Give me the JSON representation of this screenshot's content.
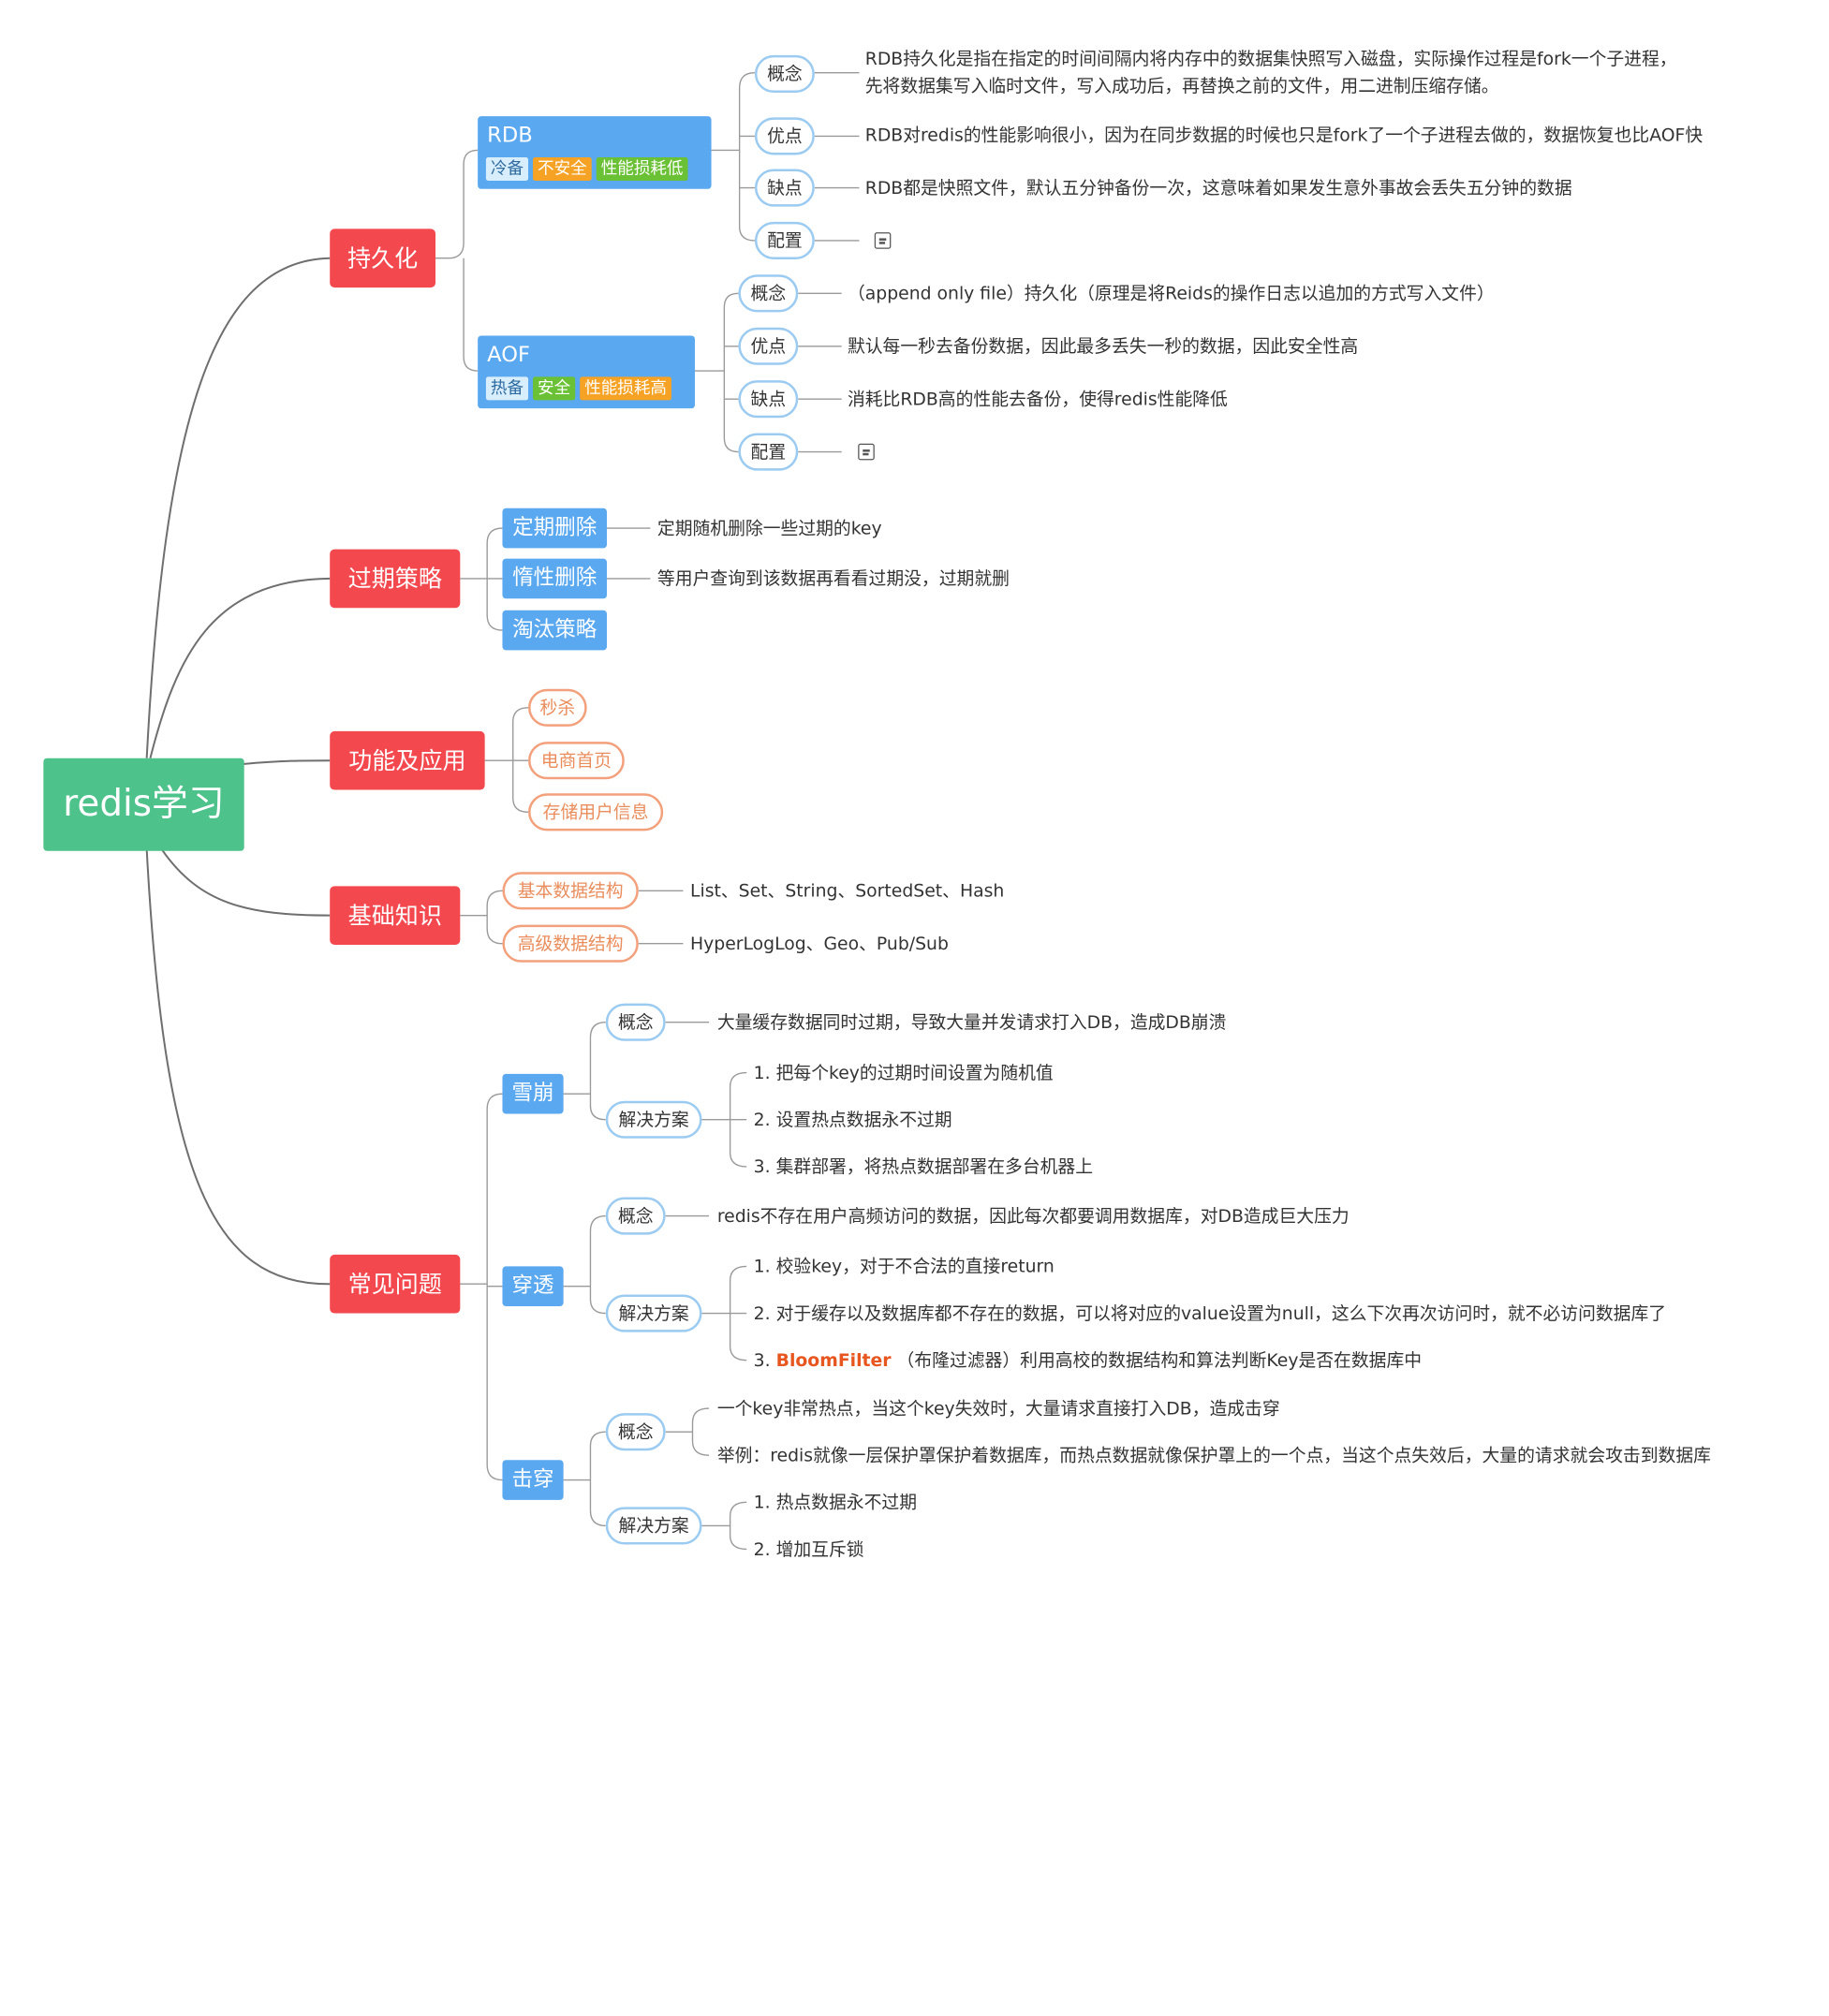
{
  "root": "redis学习",
  "branches": {
    "persist": {
      "label": "持久化",
      "rdb": {
        "title": "RDB",
        "tags": [
          "冷备",
          "不安全",
          "性能损耗低"
        ],
        "concept_label": "概念",
        "concept_line1": "RDB持久化是指在指定的时间间隔内将内存中的数据集快照写入磁盘，实际操作过程是fork一个子进程，",
        "concept_line2": "先将数据集写入临时文件，写入成功后，再替换之前的文件，用二进制压缩存储。",
        "pro_label": "优点",
        "pro": "RDB对redis的性能影响很小，因为在同步数据的时候也只是fork了一个子进程去做的，数据恢复也比AOF快",
        "con_label": "缺点",
        "con": "RDB都是快照文件，默认五分钟备份一次，这意味着如果发生意外事故会丢失五分钟的数据",
        "config_label": "配置",
        "config_icon": "note-icon"
      },
      "aof": {
        "title": "AOF",
        "tags": [
          "热备",
          "安全",
          "性能损耗高"
        ],
        "concept_label": "概念",
        "concept": "（append only file）持久化（原理是将Reids的操作日志以追加的方式写入文件）",
        "pro_label": "优点",
        "pro": "默认每一秒去备份数据，因此最多丢失一秒的数据，因此安全性高",
        "con_label": "缺点",
        "con": "消耗比RDB高的性能去备份，使得redis性能降低",
        "config_label": "配置",
        "config_icon": "note-icon"
      }
    },
    "expire": {
      "label": "过期策略",
      "items": [
        {
          "label": "定期删除",
          "desc": "定期随机删除一些过期的key"
        },
        {
          "label": "惰性删除",
          "desc": "等用户查询到该数据再看看过期没，过期就删"
        },
        {
          "label": "淘汰策略",
          "desc": ""
        }
      ]
    },
    "func": {
      "label": "功能及应用",
      "items": [
        "秒杀",
        "电商首页",
        "存储用户信息"
      ]
    },
    "basic": {
      "label": "基础知识",
      "items": [
        {
          "label": "基本数据结构",
          "desc": "List、Set、String、SortedSet、Hash"
        },
        {
          "label": "高级数据结构",
          "desc": "HyperLogLog、Geo、Pub/Sub"
        }
      ]
    },
    "issues": {
      "label": "常见问题",
      "avalanche": {
        "label": "雪崩",
        "concept_label": "概念",
        "concept": "大量缓存数据同时过期，导致大量并发请求打入DB，造成DB崩溃",
        "solution_label": "解决方案",
        "solutions": [
          "1. 把每个key的过期时间设置为随机值",
          "2. 设置热点数据永不过期",
          "3. 集群部署，将热点数据部署在多台机器上"
        ]
      },
      "penetration": {
        "label": "穿透",
        "concept_label": "概念",
        "concept": "redis不存在用户高频访问的数据，因此每次都要调用数据库，对DB造成巨大压力",
        "solution_label": "解决方案",
        "solutions": [
          "1. 校验key，对于不合法的直接return",
          "2. 对于缓存以及数据库都不存在的数据，可以将对应的value设置为null，这么下次再次访问时，就不必访问数据库了"
        ],
        "solution3_prefix": "3. ",
        "solution3_highlight": "BloomFilter",
        "solution3_rest": " （布隆过滤器）利用高校的数据结构和算法判断Key是否在数据库中"
      },
      "breakdown": {
        "label": "击穿",
        "concept_label": "概念",
        "concepts": [
          "一个key非常热点，当这个key失效时，大量请求直接打入DB，造成击穿",
          "举例：redis就像一层保护罩保护着数据库，而热点数据就像保护罩上的一个点，当这个点失效后，大量的请求就会攻击到数据库"
        ],
        "solution_label": "解决方案",
        "solutions": [
          "1. 热点数据永不过期",
          "2. 增加互斥锁"
        ]
      }
    }
  },
  "colors": {
    "root": "#4dc28a",
    "main": "#f4484f",
    "sub": "#5aa8f0",
    "pill_border": "#9ccbf2",
    "orange_pill_border": "#f3a17c",
    "highlight": "#e8561f"
  }
}
